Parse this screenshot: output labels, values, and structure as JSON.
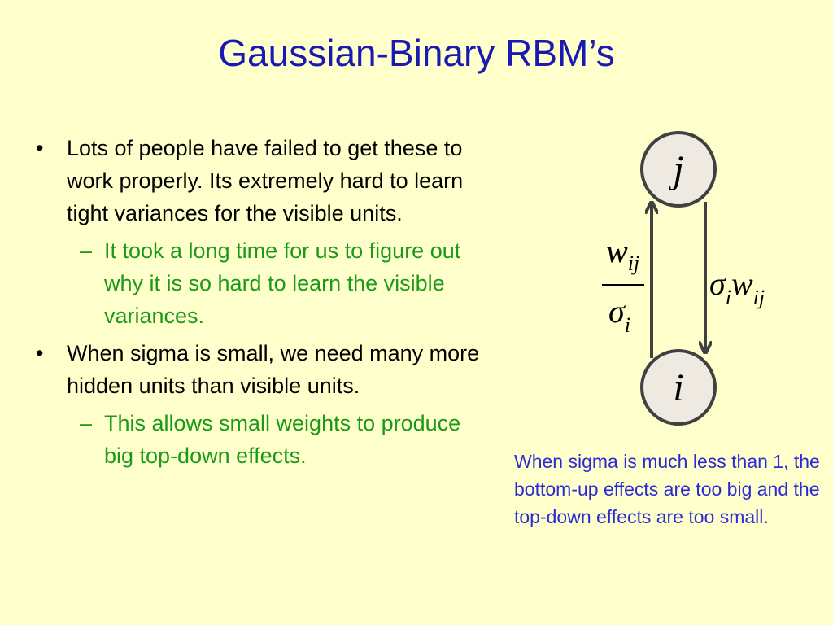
{
  "title": "Gaussian-Binary RBM’s",
  "bullets": [
    {
      "text": "Lots of people have failed to get these to work properly. Its extremely hard to learn tight variances for the visible units.",
      "sub": "It took a long time for us to figure out why it is so hard to learn the visible variances."
    },
    {
      "text": "When sigma is small, we need many more hidden units than visible units.",
      "sub": "This allows small weights to produce big top-down effects."
    }
  ],
  "diagram": {
    "top_node": "j",
    "bottom_node": "i",
    "left_label": {
      "num_base": "w",
      "num_sub": "ij",
      "den_base": "σ",
      "den_sub": "i"
    },
    "right_label": {
      "sigma": "σ",
      "sigma_sub": "i",
      "w": "w",
      "w_sub": "ij"
    }
  },
  "caption": "When sigma is much less than 1, the bottom-up effects are too big and the top-down effects are too small.",
  "colors": {
    "background": "#FFFFCC",
    "title": "#1a1ab3",
    "sub_bullet": "#1a9a1a",
    "caption": "#2b2bd6"
  }
}
